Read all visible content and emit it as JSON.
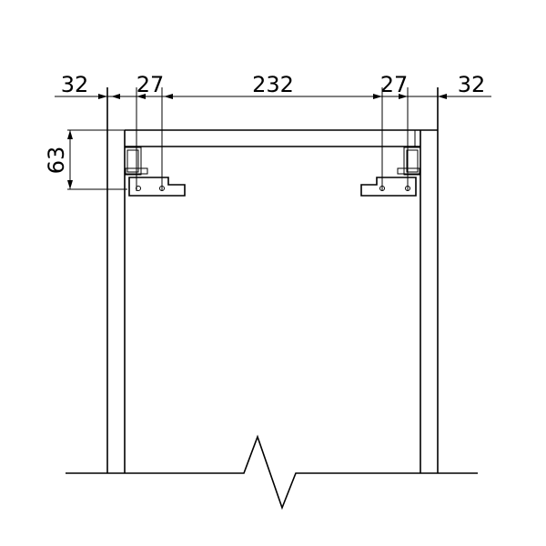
{
  "drawing": {
    "dimensions": {
      "left_margin": "32",
      "left_hinge_spacing": "27",
      "center_span": "232",
      "right_hinge_spacing": "27",
      "right_margin": "32",
      "height": "63"
    },
    "line_color": "#000000"
  }
}
